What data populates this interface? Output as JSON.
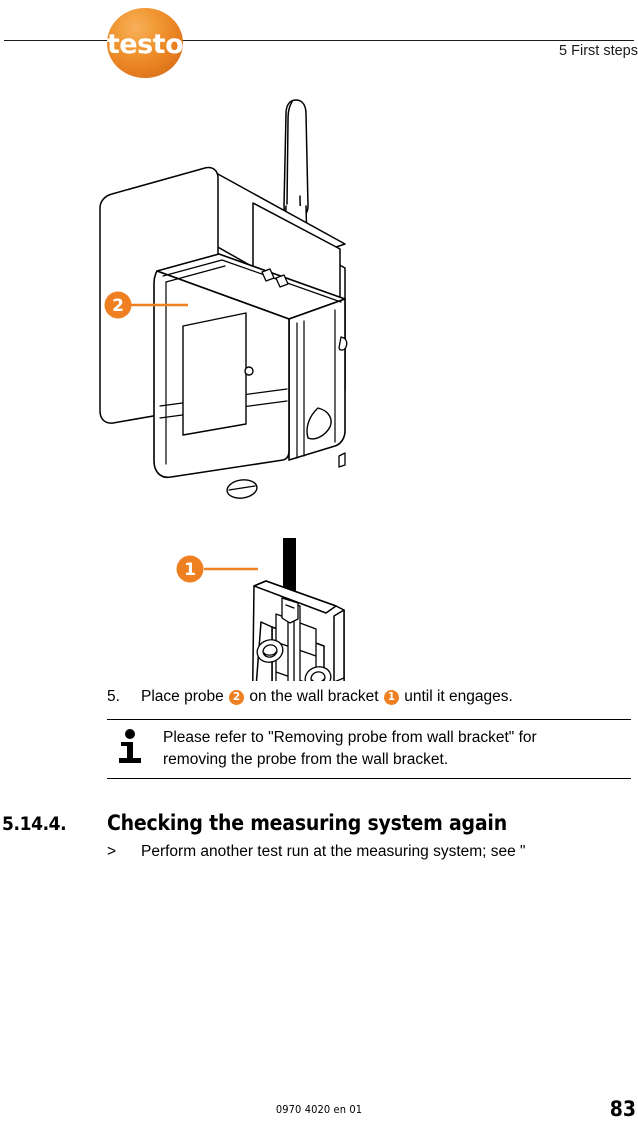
{
  "page": {
    "header": {
      "logo_text": "testo",
      "logo_color": "#ea8322",
      "chapter_title": "5 First steps"
    },
    "figure": {
      "alt": "Exploded line drawing of a wireless probe being placed onto a wall bracket",
      "callouts": [
        {
          "id": "callout-2",
          "label": "2",
          "target": "probe"
        },
        {
          "id": "callout-1",
          "label": "1",
          "target": "wall-bracket"
        }
      ],
      "accent_color": "#ef8022",
      "arrow_direction": "down"
    },
    "step": {
      "number": "5.",
      "text_before": "Place probe",
      "badge_1": "2",
      "text_middle": "on the wall bracket",
      "badge_2": "1",
      "text_after": "until it engages."
    },
    "note": {
      "icon": "info-icon",
      "line1": "Please refer to \"Removing probe from wall bracket\" for",
      "line2": "removing the probe from the wall bracket."
    },
    "section": {
      "number": "5.14.4.",
      "title": "Checking the measuring system again",
      "bullet_mark": ">",
      "bullet_text": "Perform another test run at the measuring system; see \""
    },
    "footer": {
      "document_id": "0970 4020 en 01",
      "page_number": "83"
    }
  }
}
